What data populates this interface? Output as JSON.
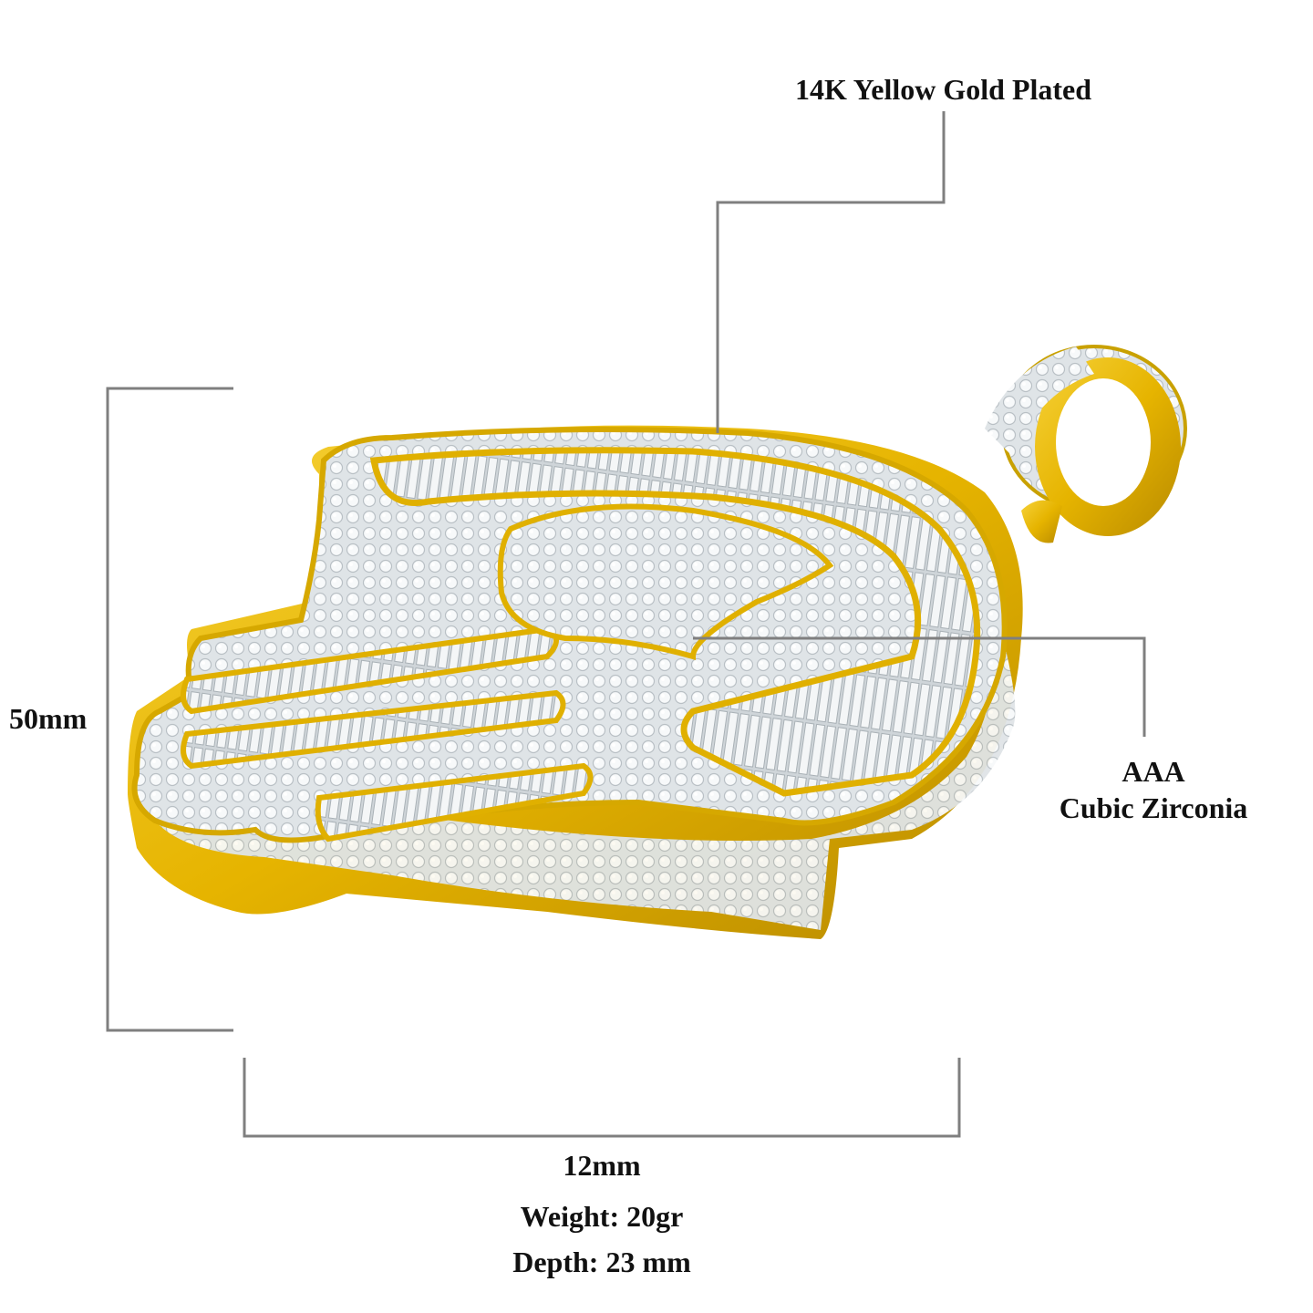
{
  "specs": {
    "material": "14K Yellow Gold Plated",
    "stone_line1": "AAA",
    "stone_line2": "Cubic Zirconia",
    "height": "50mm",
    "width": "12mm",
    "weight": "Weight: 20gr",
    "depth": "Depth: 23 mm"
  },
  "product": {
    "image_alt": "hamsa-hand-pendant",
    "colors": {
      "gold": "#e8b800",
      "gold_dark": "#b88a00",
      "stone": "#e9ecee",
      "stone_shadow": "#c6ccd0",
      "leader_line": "#7f7f7f"
    }
  }
}
